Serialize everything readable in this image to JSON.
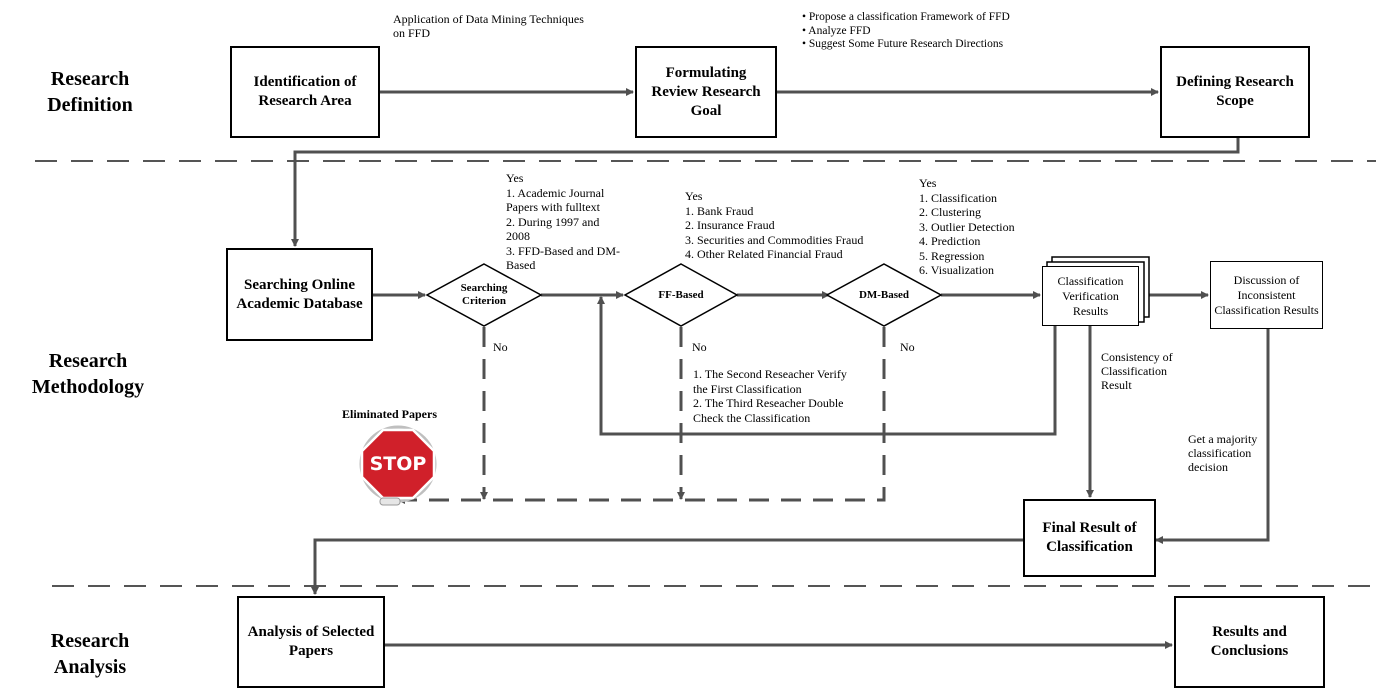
{
  "phases": {
    "definition": [
      "Research",
      "Definition"
    ],
    "methodology": [
      "Research",
      "Methodology"
    ],
    "analysis": [
      "Research",
      "Analysis"
    ]
  },
  "boxes": {
    "identification": "Identification of Research Area",
    "formulating": "Formulating Review Research Goal",
    "defining_scope": "Defining Research Scope",
    "searching_db": "Searching Online Academic Database",
    "classification_verification": "Classification Verification Results",
    "discussion": "Discussion of Inconsistent Classification Results",
    "final_result": "Final Result of Classification",
    "analysis_selected": "Analysis of Selected Papers",
    "results_conclusions": "Results and Conclusions"
  },
  "decisions": {
    "searching_criterion": [
      "Searching",
      "Criterion"
    ],
    "ff_based": "FF-Based",
    "dm_based": "DM-Based"
  },
  "notes": {
    "application": [
      "Application of Data Mining Techniques",
      "on FFD"
    ],
    "goals": [
      "Propose a classification Framework of FFD",
      "Analyze FFD",
      "Suggest Some Future Research Directions"
    ],
    "search_yes": [
      "Yes",
      "1. Academic Journal",
      "Papers with fulltext",
      "2. During 1997 and",
      "2008",
      "3. FFD-Based and DM-",
      "Based"
    ],
    "ff_yes": [
      "Yes",
      "1. Bank Fraud",
      "2. Insurance Fraud",
      "3. Securities and Commodities Fraud",
      "4. Other Related Financial Fraud"
    ],
    "dm_yes": [
      "Yes",
      "1. Classification",
      "2. Clustering",
      "3. Outlier Detection",
      "4. Prediction",
      "5. Regression",
      "6. Visualization"
    ],
    "no_label": "No",
    "verify": [
      "1. The Second Reseacher Verify",
      "the First Classification",
      "2. The Third Reseacher Double",
      "Check the Classification"
    ],
    "consistency": [
      "Consistency of",
      "Classification",
      "Result"
    ],
    "majority": [
      "Get a majority",
      "classification",
      "decision"
    ],
    "eliminated": "Eliminated Papers",
    "stop": "STOP"
  },
  "colors": {
    "line": "#505050",
    "stop_red": "#d0202a",
    "stop_ring": "#bfbfbf"
  }
}
